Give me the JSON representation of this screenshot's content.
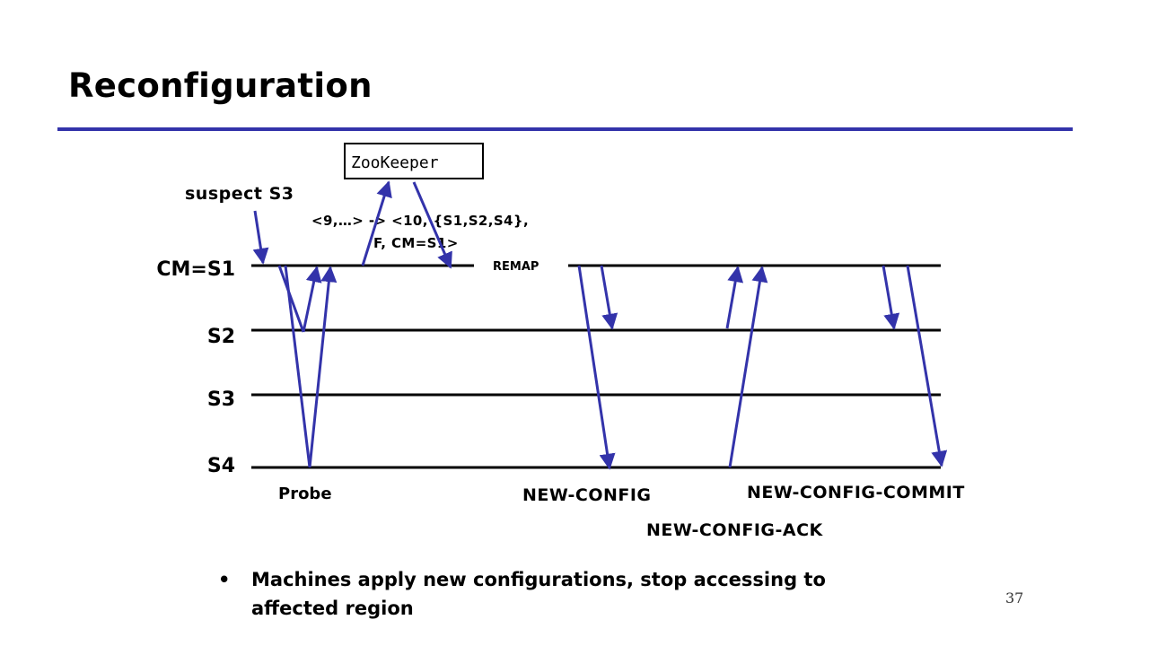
{
  "slide": {
    "title": "Reconfiguration",
    "page_number": "37"
  },
  "zookeeper": {
    "label": "ZooKeeper"
  },
  "annotations": {
    "suspect": "suspect S3",
    "config_change_line1": "<9,…> -> <10, {S1,S2,S4},",
    "config_change_line2": "F, CM=S1>",
    "remap": "REMAP"
  },
  "lanes": [
    {
      "label": "CM=S1"
    },
    {
      "label": "S2"
    },
    {
      "label": "S3"
    },
    {
      "label": "S4"
    }
  ],
  "messages": {
    "probe": "Probe",
    "new_config": "NEW-CONFIG",
    "new_config_ack": "NEW-CONFIG-ACK",
    "new_config_commit": "NEW-CONFIG-COMMIT"
  },
  "bullet": {
    "symbol": "•",
    "text": "Machines apply new configurations, stop accessing to affected region"
  },
  "colors": {
    "accent_rule": "#3333aa",
    "arrow": "#3333aa",
    "lane": "#000000"
  }
}
